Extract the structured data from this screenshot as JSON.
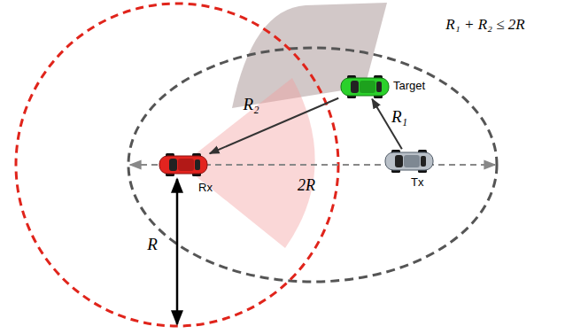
{
  "diagram": {
    "nodes": [
      {
        "text": [
          "Target"
        ]
      },
      {
        "text": [
          "Rx"
        ]
      },
      {
        "text": [
          "Tx"
        ]
      }
    ],
    "edges": [
      {
        "from": 2,
        "to": 0,
        "arrow": "to",
        "label": "R₁"
      },
      {
        "from": 0,
        "to": 1,
        "arrow": "to",
        "label": "R₂"
      }
    ],
    "labels": [
      "R₁ + R₂ ≤ 2R",
      "2R",
      "R"
    ]
  }
}
